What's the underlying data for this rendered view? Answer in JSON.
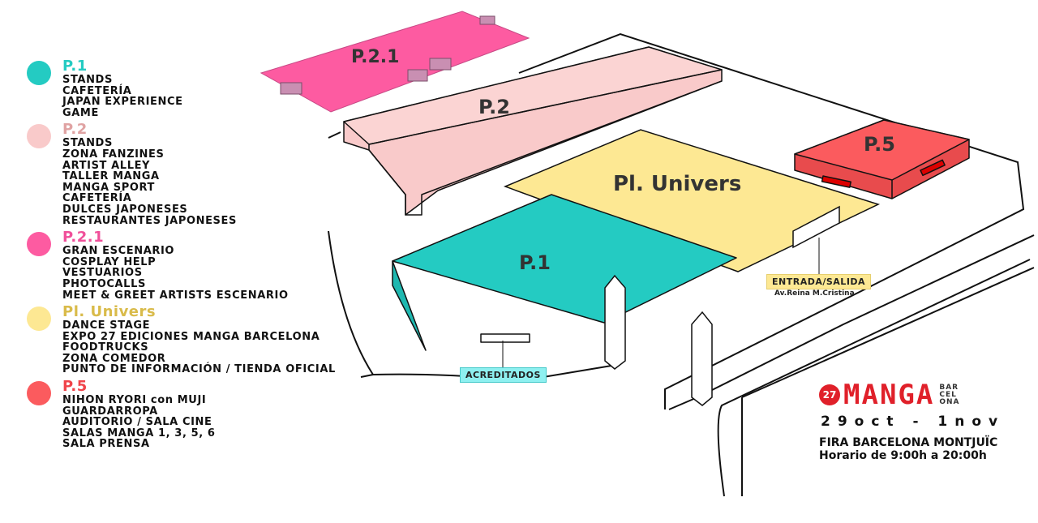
{
  "colors": {
    "p1": "#24cbc2",
    "p2": "#f9caca",
    "p21": "#fd5ba1",
    "univers": "#fde893",
    "p5": "#fb5b5e",
    "brand": "#e0202a"
  },
  "legend": [
    {
      "title": "P.1",
      "color": "#24cbc2",
      "titleColor": "#24cbc2",
      "items": [
        "STANDS",
        "CAFETERÍA",
        "JAPAN EXPERIENCE",
        "GAME"
      ]
    },
    {
      "title": "P.2",
      "color": "#f9caca",
      "titleColor": "#e0a3a3",
      "items": [
        "STANDS",
        "ZONA FANZINES",
        "ARTIST ALLEY",
        "TALLER MANGA",
        "MANGA SPORT",
        "CAFETERÍA",
        "DULCES JAPONESES",
        "RESTAURANTES JAPONESES"
      ]
    },
    {
      "title": "P.2.1",
      "color": "#fd5ba1",
      "titleColor": "#f0509a",
      "items": [
        "GRAN ESCENARIO",
        "COSPLAY HELP",
        "VESTUARIOS",
        "PHOTOCALLS",
        "MEET & GREET ARTISTS ESCENARIO"
      ]
    },
    {
      "title": "Pl. Univers",
      "color": "#fde893",
      "titleColor": "#d9bb4a",
      "items": [
        "DANCE STAGE",
        "EXPO 27 EDICIONES MANGA BARCELONA",
        "FOODTRUCKS",
        "ZONA COMEDOR",
        "PUNTO DE INFORMACIÓN / TIENDA OFICIAL"
      ]
    },
    {
      "title": "P.5",
      "color": "#fb5b5e",
      "titleColor": "#f0444a",
      "items": [
        "NIHON RYORI con MUJI",
        "GUARDARROPA",
        "AUDITORIO / SALA CINE",
        "SALAS MANGA 1, 3, 5, 6",
        "SALA PRENSA"
      ]
    }
  ],
  "map": {
    "p21": "P.2.1",
    "p2": "P.2",
    "univers": "Pl. Univers",
    "p5": "P.5",
    "p1": "P.1",
    "entrance": "ENTRADA/SALIDA",
    "street": "Av.Reina M.Cristina",
    "accredited": "ACREDITADOS"
  },
  "brand": {
    "badge": "27",
    "name": "MANGA",
    "city_lines": [
      "BAR",
      "CEL",
      "ONA"
    ],
    "dates": "29oct - 1nov",
    "venue": "FIRA BARCELONA MONTJUÏC",
    "hours": "Horario de 9:00h a 20:00h"
  }
}
